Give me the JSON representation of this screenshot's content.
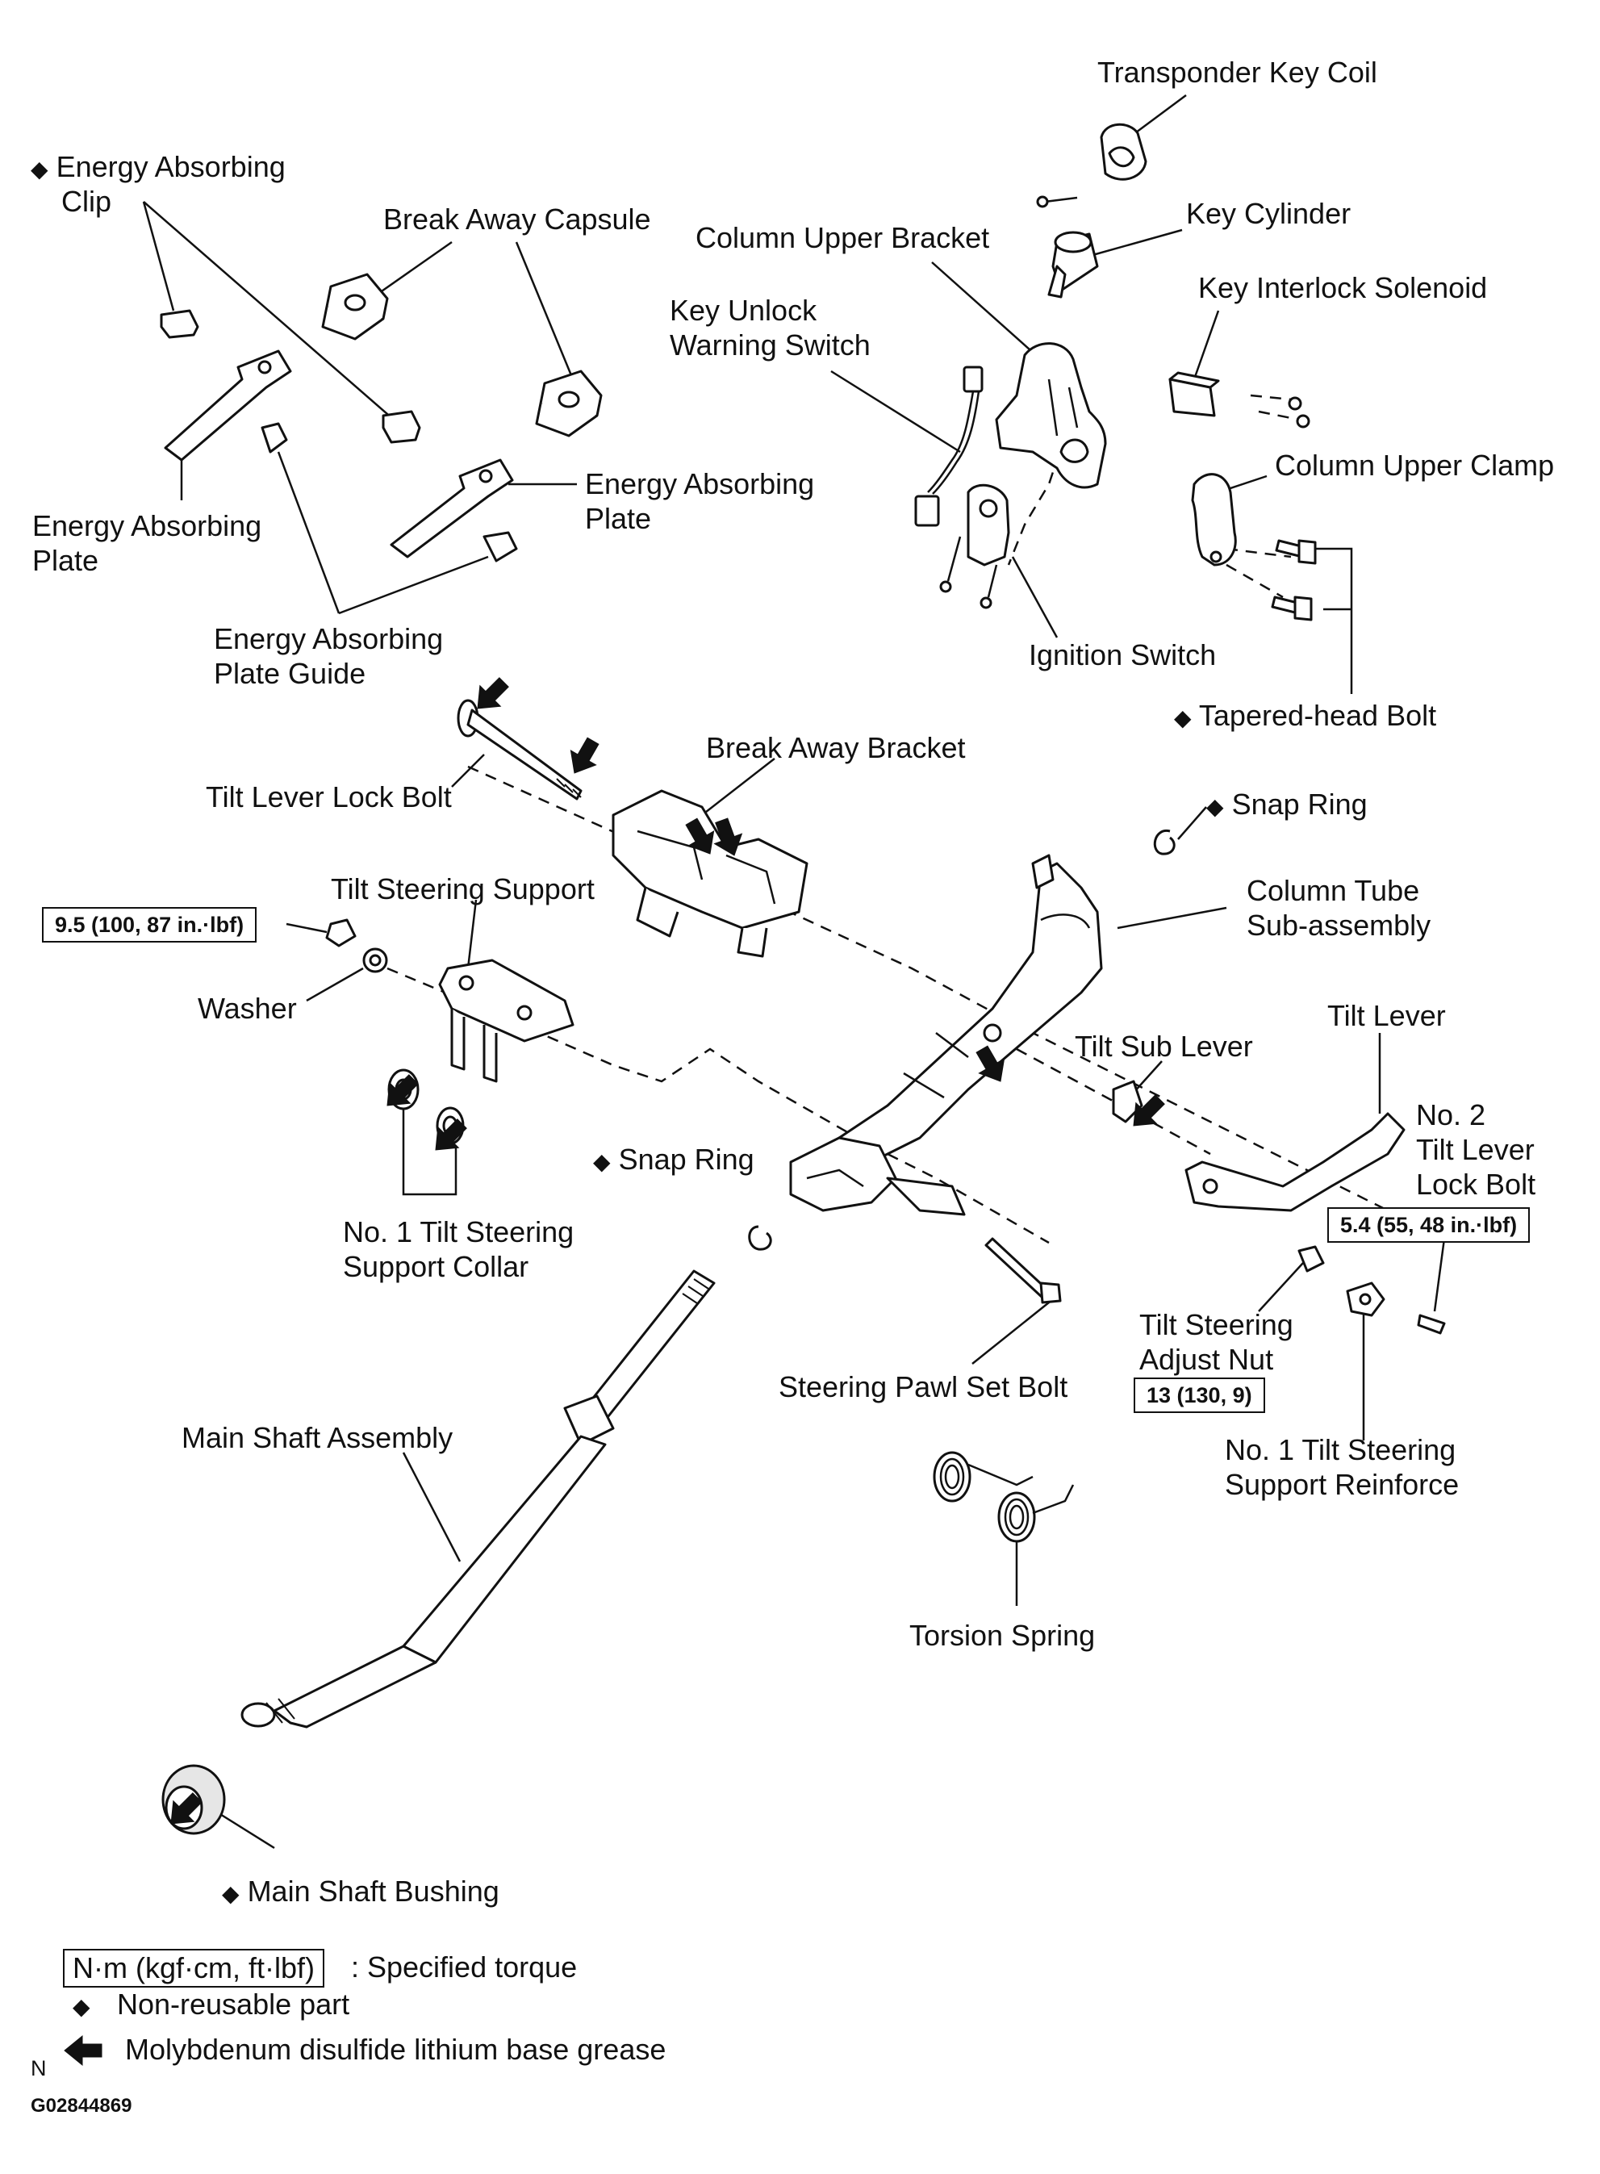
{
  "labels": {
    "transponder_key_coil": "Transponder Key Coil",
    "key_cylinder": "Key Cylinder",
    "column_upper_bracket": "Column Upper Bracket",
    "key_interlock_solenoid": "Key Interlock Solenoid",
    "key_unlock_warning_switch_1": "Key Unlock",
    "key_unlock_warning_switch_2": "Warning Switch",
    "column_upper_clamp": "Column Upper Clamp",
    "ignition_switch": "Ignition Switch",
    "tapered_head_bolt": "Tapered-head  Bolt",
    "energy_absorbing_clip_1": "Energy Absorbing",
    "energy_absorbing_clip_2": "Clip",
    "break_away_capsule": "Break Away Capsule",
    "energy_absorbing_plate_left_1": "Energy Absorbing",
    "energy_absorbing_plate_left_2": "Plate",
    "energy_absorbing_plate_right_1": "Energy Absorbing",
    "energy_absorbing_plate_right_2": "Plate",
    "energy_absorbing_plate_guide_1": "Energy Absorbing",
    "energy_absorbing_plate_guide_2": "Plate Guide",
    "break_away_bracket": "Break Away Bracket",
    "tilt_lever_lock_bolt": "Tilt Lever Lock Bolt",
    "snap_ring_upper": "Snap Ring",
    "tilt_steering_support": "Tilt Steering Support",
    "column_tube_1": "Column Tube",
    "column_tube_2": "Sub-assembly",
    "washer": "Washer",
    "tilt_lever": "Tilt Lever",
    "tilt_sub_lever": "Tilt Sub Lever",
    "no2_tilt_lever_lock_bolt_1": "No. 2",
    "no2_tilt_lever_lock_bolt_2": "Tilt Lever",
    "no2_tilt_lever_lock_bolt_3": "Lock Bolt",
    "snap_ring_lower": "Snap Ring",
    "no1_tilt_steering_support_collar_1": "No. 1 Tilt Steering",
    "no1_tilt_steering_support_collar_2": "Support Collar",
    "tilt_steering_adjust_nut_1": "Tilt Steering",
    "tilt_steering_adjust_nut_2": "Adjust Nut",
    "steering_pawl_set_bolt": "Steering Pawl Set Bolt",
    "main_shaft_assembly": "Main Shaft Assembly",
    "no1_tilt_steering_support_reinforce_1": "No. 1  Tilt  Steering",
    "no1_tilt_steering_support_reinforce_2": "Support Reinforce",
    "torsion_spring": "Torsion Spring",
    "main_shaft_bushing": "Main Shaft Bushing"
  },
  "torques": {
    "tilt_steering_support_nut": "9.5 (100, 87 in.·lbf)",
    "no2_tilt_lever_lock_bolt": "5.4 (55, 48 in.·lbf)",
    "tilt_steering_adjust_nut": "13 (130, 9)"
  },
  "legend": {
    "torque_units": "N·m (kgf·cm, ft·lbf)",
    "torque_desc": ": Specified torque",
    "nonreusable_symbol": "◆",
    "nonreusable_desc": "Non-reusable part",
    "grease_desc": "Molybdenum disulfide lithium base grease",
    "north": "N",
    "figure_id": "G02844869"
  },
  "symbols": {
    "diamond": "◆",
    "grease_arrow_icon": "grease-arrow-icon"
  }
}
